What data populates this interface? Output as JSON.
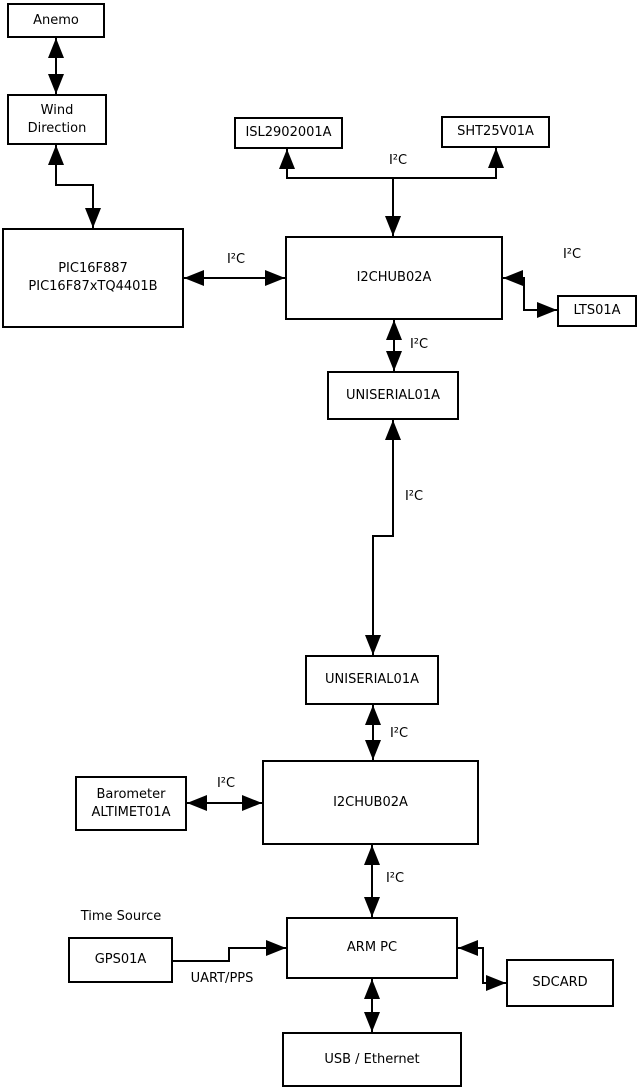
{
  "diagram": {
    "nodes": {
      "anemo": {
        "lines": [
          "Anemo",
          ""
        ]
      },
      "wind": {
        "lines": [
          "Wind",
          "Direction"
        ]
      },
      "pic": {
        "lines": [
          "PIC16F887",
          "PIC16F87xTQ4401B"
        ]
      },
      "isl": {
        "lines": [
          "ISL2902001A",
          ""
        ]
      },
      "sht": {
        "lines": [
          "SHT25V01A",
          ""
        ]
      },
      "hub1": {
        "lines": [
          "I2CHUB02A",
          ""
        ]
      },
      "lts": {
        "lines": [
          "LTS01A",
          ""
        ]
      },
      "uniserial1": {
        "lines": [
          "UNISERIAL01A",
          ""
        ]
      },
      "uniserial2": {
        "lines": [
          "UNISERIAL01A",
          ""
        ]
      },
      "hub2": {
        "lines": [
          "I2CHUB02A",
          ""
        ]
      },
      "barometer": {
        "lines": [
          "Barometer",
          "ALTIMET01A"
        ]
      },
      "armpc": {
        "lines": [
          "ARM PC",
          ""
        ]
      },
      "gps": {
        "lines": [
          "GPS01A",
          ""
        ]
      },
      "sdcard": {
        "lines": [
          "SDCARD",
          ""
        ]
      },
      "usb": {
        "lines": [
          "USB / Ethernet",
          ""
        ]
      }
    },
    "edge_labels": {
      "pic_hub1": "I²C",
      "isl_sht": "I²C",
      "hub1_lts": "I²C",
      "hub1_uniserial1": "I²C",
      "uniserial1_uniserial2": "I²C",
      "uniserial2_hub2": "I²C",
      "barometer_hub2": "I²C",
      "hub2_armpc": "I²C",
      "gps_armpc": "UART/PPS",
      "gps_caption": "Time Source"
    },
    "colors": {
      "line": "#000000",
      "box_border": "#000000",
      "text": "#000000",
      "background": "#ffffff"
    }
  }
}
